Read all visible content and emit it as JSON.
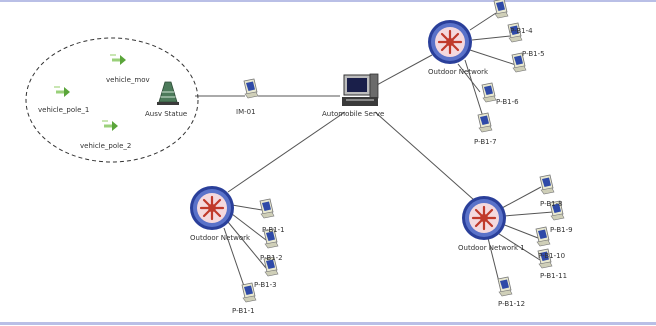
{
  "colors": {
    "hub_ring": "#2a3f9a",
    "hub_ring_light": "#5a72c9",
    "hub_inner": "#f4d9de",
    "hub_spoke": "#c0392b",
    "link": "#555555",
    "terminal_body": "#e8e8d0",
    "terminal_screen": "#2f4aa8",
    "server_dark": "#3a3a3a",
    "area_border": "#333333",
    "frame": "#b9bfe6"
  },
  "icons": {
    "hub": "switch-hub-icon",
    "terminal": "terminal-icon",
    "server": "server-icon",
    "gateway": "gateway-station-icon",
    "vehicle": "vehicle-arrow-icon"
  },
  "labels": {
    "server": "Automobile Serve",
    "gateway": "Ausv Statue",
    "terminal_mid": "IM-01",
    "vehicle_1": "vehicle_mov",
    "vehicle_2": "vehicle_pole_1",
    "vehicle_3": "vehicle_pole_2",
    "hub_top": "Outdoor Network",
    "hub_bottom_left": "Outdoor Network",
    "hub_bottom_right": "Outdoor Network 1",
    "t_top_1": "P-B1-4",
    "t_top_2": "P-B1-5",
    "t_top_3": "P-B1-6",
    "t_top_4": "P-B1-7",
    "t_bl_1": "P-B1-1",
    "t_bl_2": "P-B1-2",
    "t_bl_3": "P-B1-3",
    "t_bl_4": "P-B1-1",
    "t_br_1": "P-B1-8",
    "t_br_2": "P-B1-9",
    "t_br_3": "P-B1-10",
    "t_br_4": "P-B1-11",
    "t_br_5": "P-B1-12"
  }
}
